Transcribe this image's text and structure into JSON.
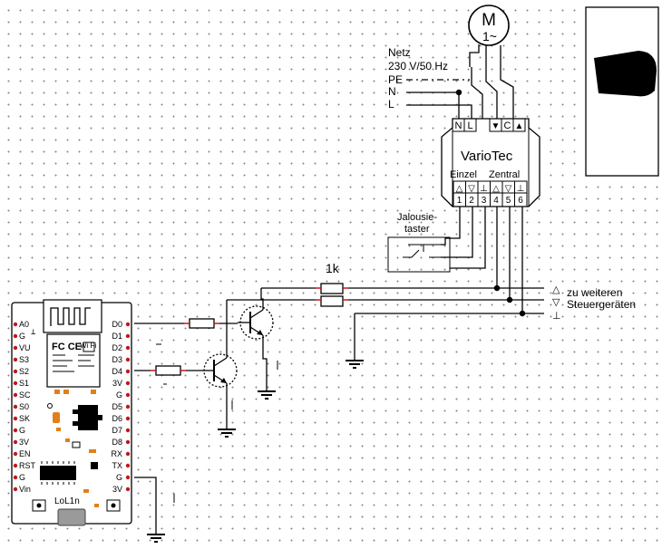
{
  "motor": {
    "symbol": "M",
    "phase": "1~"
  },
  "mains": {
    "title": "Netz",
    "spec": "230 V/50 Hz",
    "pe": "PE",
    "n": "N",
    "l": "L"
  },
  "variotec": {
    "name": "VarioTec",
    "top_terminals": [
      "N",
      "L",
      "▼",
      "C",
      "▲"
    ],
    "group_single": "Einzel",
    "group_central": "Zentral",
    "bottom_symbols": [
      "△",
      "▽",
      "⊥",
      "△",
      "▽",
      "⊥"
    ],
    "bottom_numbers": [
      "1",
      "2",
      "3",
      "4",
      "5",
      "6"
    ]
  },
  "switch": {
    "line1": "Jalousie-",
    "line2": "taster"
  },
  "resistor_label": "1k",
  "further": {
    "line1": "zu weiteren",
    "line2": "Steuergeräten",
    "up": "△",
    "down": "▽",
    "gnd": "⊥"
  },
  "board": {
    "left_pins": [
      "A0",
      "G",
      "VU",
      "S3",
      "S2",
      "S1",
      "SC",
      "S0",
      "SK",
      "G",
      "3V",
      "EN",
      "RST",
      "G",
      "Vin"
    ],
    "right_pins": [
      "D0",
      "D1",
      "D2",
      "D3",
      "D4",
      "3V",
      "G",
      "D5",
      "D6",
      "D7",
      "D8",
      "RX",
      "TX",
      "G",
      "3V"
    ],
    "label": "LoL1n",
    "module_text": "Wi Fi",
    "ce_mark": "FC CE"
  }
}
